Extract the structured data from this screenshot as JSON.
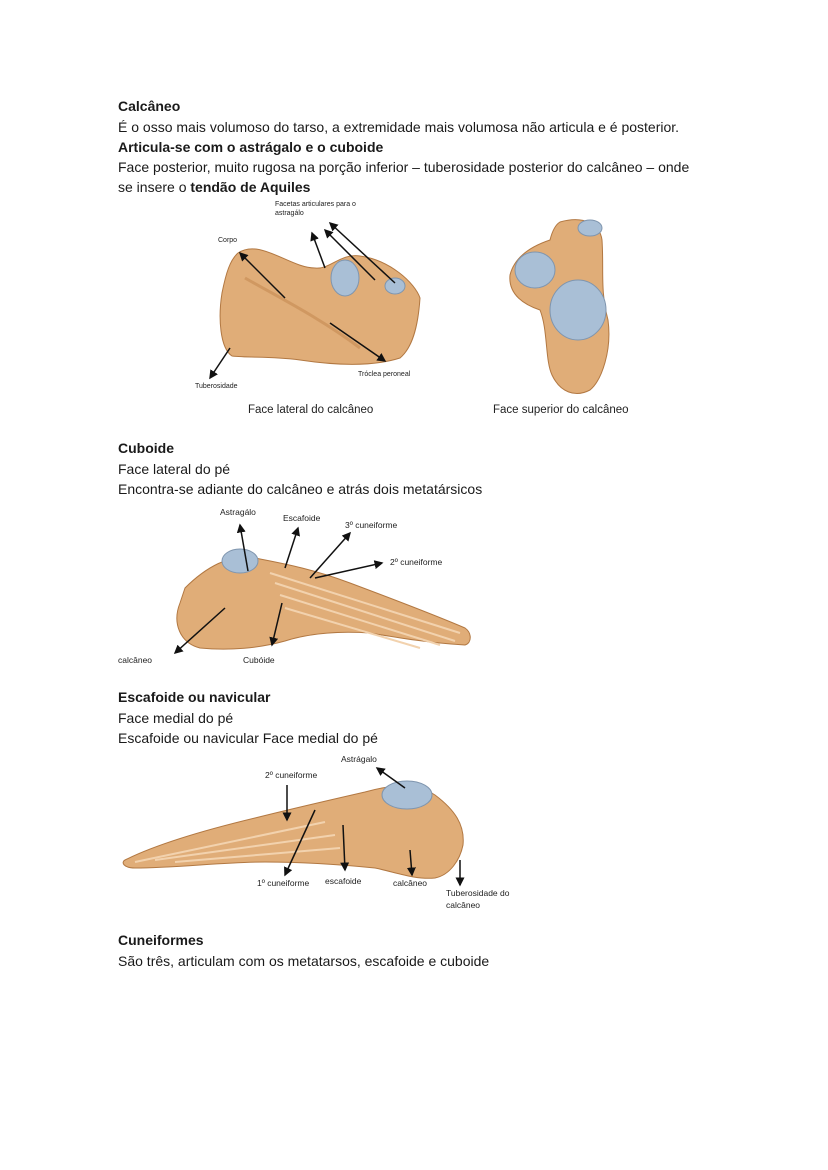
{
  "calcaneo": {
    "heading": "Calcâneo",
    "line1": "É o osso mais volumoso do tarso, a extremidade mais volumosa não articula e é posterior.",
    "line2": "Articula-se com o astrágalo e o cuboide",
    "line3": "Face posterior, muito rugosa na porção inferior – tuberosidade posterior do calcâneo – onde",
    "line4_prefix": "se insere o ",
    "line4_bold": "tendão de Aquiles",
    "fig_lateral": {
      "label_facetas_1": "Facetas articulares para o",
      "label_facetas_2": "astragálo",
      "label_corpo": "Corpo",
      "label_tuberosidade": "Tuberosidade",
      "label_troclea": "Tróclea peroneal",
      "caption": "Face lateral do calcâneo"
    },
    "fig_superior": {
      "caption": "Face superior do calcâneo"
    }
  },
  "cuboide": {
    "heading": "Cuboide",
    "line1": "Face lateral do pé",
    "line2": "Encontra-se adiante do calcâneo e atrás dois metatársicos",
    "fig": {
      "label_astragalo": "Astragálo",
      "label_escafoide": "Escafoide",
      "label_3cuneiforme": "3º cuneiforme",
      "label_2cuneiforme": "2º cuneiforme",
      "label_calcaneo": "calcâneo",
      "label_cuboide": "Cubóide"
    }
  },
  "escafoide": {
    "heading": "Escafoide ou navicular",
    "line1": "Face medial do pé",
    "line2": "Escafoide ou navicular Face medial do pé",
    "fig": {
      "label_astragalo": "Astrágalo",
      "label_2cuneiforme": "2º cuneiforme",
      "label_1cuneiforme": "1º cuneiforme",
      "label_escafoide": "escafoide",
      "label_calcaneo": "calcâneo",
      "label_tuberosidade_1": "Tuberosidade do",
      "label_tuberosidade_2": "calcâneo"
    }
  },
  "cuneiformes": {
    "heading": "Cuneiformes",
    "line1": "São três, articulam com os metatarsos, escafoide e cuboide"
  },
  "colors": {
    "bone": "#e2b07c",
    "bone_dark": "#b7773e",
    "cartilage": "#a9bfd6",
    "text": "#1a1a1a"
  }
}
